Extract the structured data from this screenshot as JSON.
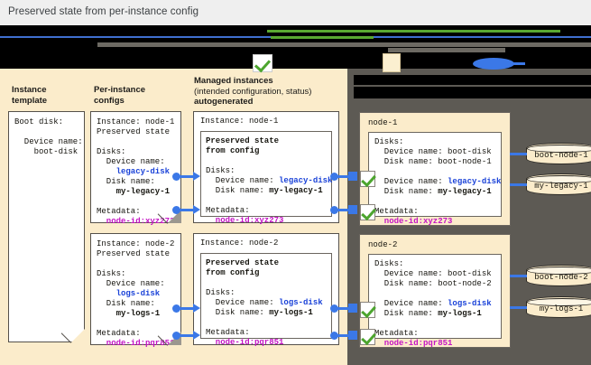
{
  "caption": {
    "text": "Preserved state from per-instance config"
  },
  "legend": {
    "icons": [
      {
        "name": "check-badge",
        "color": "#4ca52e"
      },
      {
        "name": "beige-swatch",
        "color": "#fbefd0"
      },
      {
        "name": "blue-oval",
        "color": "#3b78e7"
      }
    ],
    "rule_colors": {
      "blue": "#3f6fd0",
      "green": "#5aa832",
      "gray": "#6d6a63"
    }
  },
  "columns": {
    "instance_template": {
      "line1": "Instance",
      "line2": "template"
    },
    "per_instance_configs": {
      "line1": "Per-instance",
      "line2": "configs"
    },
    "managed_instances": {
      "line1": "Managed instances",
      "line2": "(intended configuration, status)",
      "line3": "autogenerated"
    }
  },
  "instance_template_doc": {
    "line1": "Boot disk:",
    "line2": "",
    "line3": "  Device name:",
    "line4": "    boot-disk"
  },
  "configs": [
    {
      "instance": "Instance: node-1",
      "preserved": "Preserved state",
      "disks_label": "Disks:",
      "device_label": "  Device name:",
      "device_value": "    legacy-disk",
      "diskname_label": "  Disk name:",
      "diskname_value": "    my-legacy-1",
      "metadata_label": "Metadata:",
      "metadata_value": "  node-id:xyz273"
    },
    {
      "instance": "Instance: node-2",
      "preserved": "Preserved state",
      "disks_label": "Disks:",
      "device_label": "  Device name:",
      "device_value": "    logs-disk",
      "diskname_label": "  Disk name:",
      "diskname_value": "    my-logs-1",
      "metadata_label": "Metadata:",
      "metadata_value": "  node-id:pqr851"
    }
  ],
  "managed": [
    {
      "instance": "Instance: node-1",
      "preserved_l1": "Preserved state",
      "preserved_l2": "from config",
      "disks_label": "Disks:",
      "device_prefix": "  Device name: ",
      "device_value": "legacy-disk",
      "diskname_prefix": "  Disk name: ",
      "diskname_value": "my-legacy-1",
      "metadata_label": "Metadata:",
      "metadata_value": "  node-id:xyz273"
    },
    {
      "instance": "Instance: node-2",
      "preserved_l1": "Preserved state",
      "preserved_l2": "from config",
      "disks_label": "Disks:",
      "device_prefix": "  Device name: ",
      "device_value": "logs-disk",
      "diskname_prefix": "  Disk name: ",
      "diskname_value": "my-logs-1",
      "metadata_label": "Metadata:",
      "metadata_value": "  node-id:pqr851"
    }
  ],
  "nodes": [
    {
      "title": "node-1",
      "disks_label": "Disks:",
      "boot_device": "  Device name: boot-disk",
      "boot_diskname": "  Disk name: boot-node-1",
      "extra_device_prefix": "  Device name: ",
      "extra_device_value": "legacy-disk",
      "extra_diskname_prefix": "  Disk name: ",
      "extra_diskname_value": "my-legacy-1",
      "metadata_label": "Metadata:",
      "metadata_value": "  node-id:xyz273",
      "disks": [
        "boot-node-1",
        "my-legacy-1"
      ]
    },
    {
      "title": "node-2",
      "disks_label": "Disks:",
      "boot_device": "  Device name: boot-disk",
      "boot_diskname": "  Disk name: boot-node-2",
      "extra_device_prefix": "  Device name: ",
      "extra_device_value": "logs-disk",
      "extra_diskname_prefix": "  Disk name: ",
      "extra_diskname_value": "my-logs-1",
      "metadata_label": "Metadata:",
      "metadata_value": "  node-id:pqr851",
      "disks": [
        "boot-node-2",
        "my-logs-1"
      ]
    }
  ],
  "colors": {
    "panel_left": "#fbeccb",
    "panel_right": "#5d5a54",
    "accent_blue": "#1a42d8",
    "accent_magenta": "#c414c4",
    "connector_blue": "#3b78e7",
    "check_green": "#4ca52e"
  }
}
